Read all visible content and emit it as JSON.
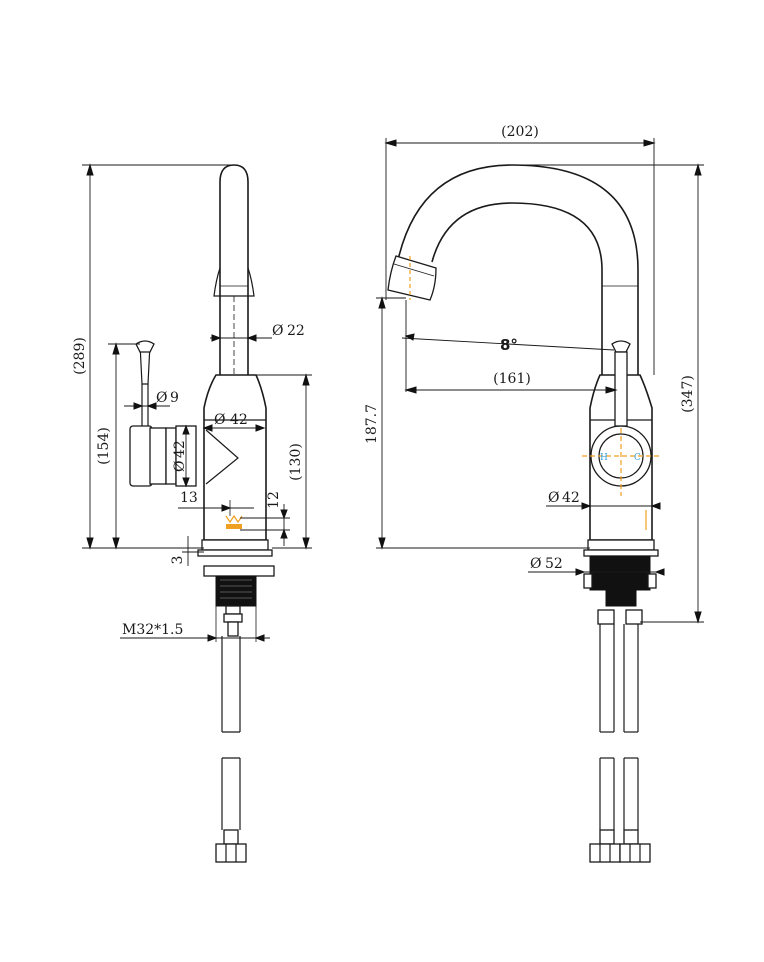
{
  "labels": {
    "overall_width": "(202)",
    "overall_height_left": "(289)",
    "overall_height_right": "(347)",
    "height_154": "(154)",
    "height_130": "(130)",
    "height_187": "187.7",
    "reach_161": "(161)",
    "angle": "8°",
    "dia_22": "22",
    "dia_9": "9",
    "dia_42_top": "42",
    "dia_42_side": "42",
    "dia_42_right": "42",
    "dia_52": "52",
    "dim_13": "13",
    "dim_12": "12",
    "dim_3": "3",
    "thread": "M32*1.5",
    "dia_symbol": "Ø",
    "hot_mark": "H",
    "cold_mark": "C"
  },
  "colors": {
    "line": "#1a1a1a",
    "accent_orange": "#f0a020",
    "accent_blue": "#3aa0e0"
  }
}
